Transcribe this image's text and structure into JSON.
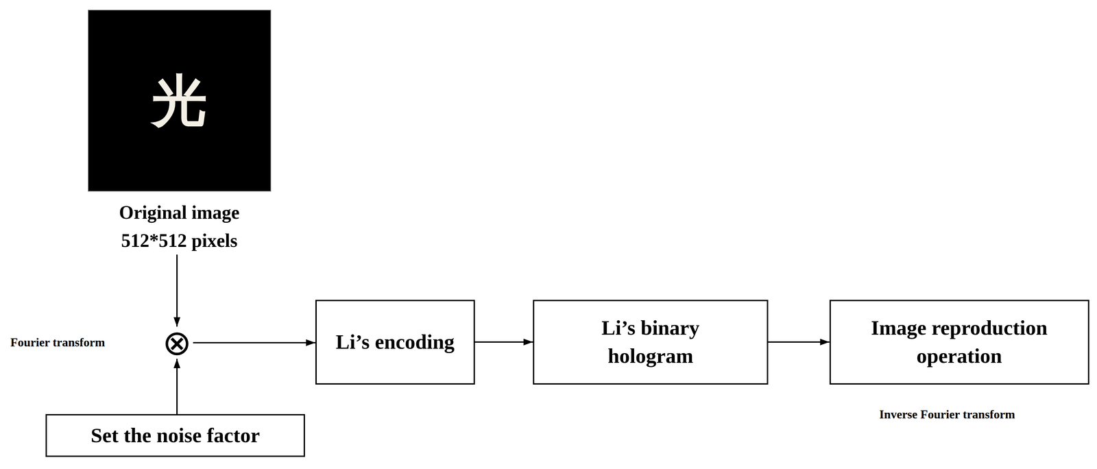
{
  "diagram": {
    "nodes": [
      {
        "text": [
          "光",
          "Original image 512*512 pixels"
        ]
      },
      {
        "text": [
          "⊗"
        ]
      },
      {
        "text": [
          "Set the noise factor"
        ]
      },
      {
        "text": [
          "Li’s encoding"
        ]
      },
      {
        "text": [
          "Li’s binary hologram"
        ]
      },
      {
        "text": [
          "Image reproduction operation"
        ]
      }
    ],
    "edges": [
      {
        "from": 0,
        "to": 1,
        "arrow": "to"
      },
      {
        "from": 2,
        "to": 1,
        "arrow": "to"
      },
      {
        "from": 1,
        "to": 3,
        "arrow": "to"
      },
      {
        "from": 3,
        "to": 4,
        "arrow": "to"
      },
      {
        "from": 4,
        "to": 5,
        "arrow": "to"
      }
    ],
    "labels": [
      "Fourier transform",
      "Inverse Fourier transform"
    ]
  }
}
